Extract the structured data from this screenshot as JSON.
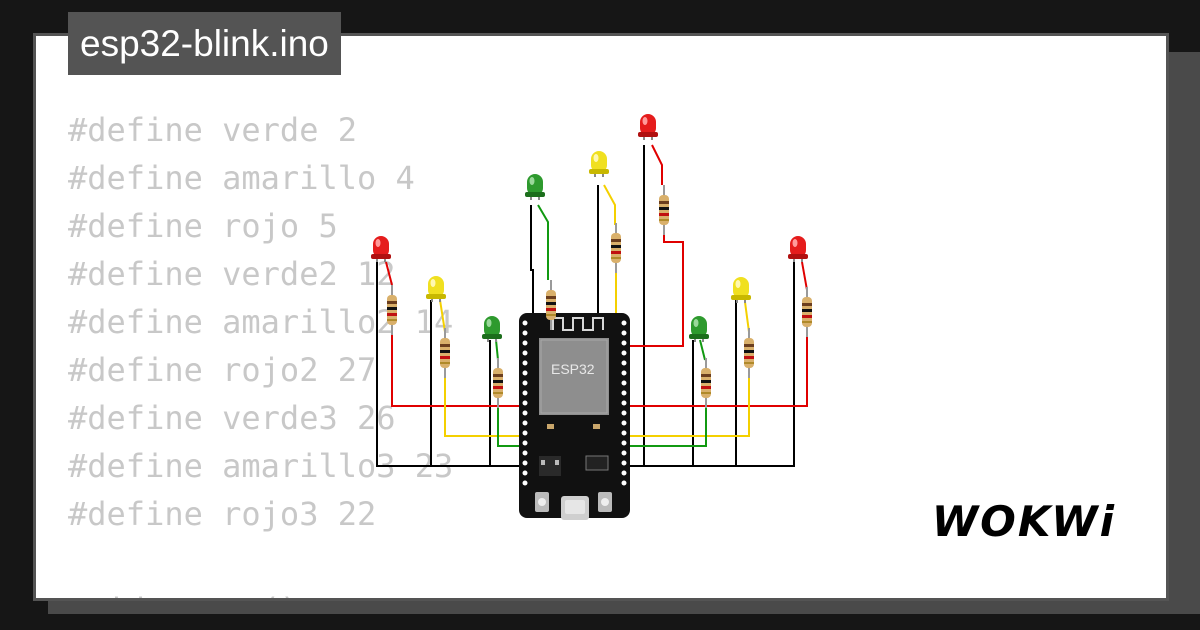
{
  "file_tab": {
    "title": "esp32-blink.ino"
  },
  "code": {
    "lines": [
      "#define verde 2",
      "#define amarillo 4",
      "#define rojo 5",
      "#define verde2 12",
      "#define amarillo2 14",
      "#define rojo2 27",
      "#define verde3 26",
      "#define amarillo3 23",
      "#define rojo3 22",
      "",
      "void setup()"
    ]
  },
  "board": {
    "label": "ESP32"
  },
  "brand": {
    "logo_text": "WOKWi"
  },
  "colors": {
    "led_red": "#e51c1c",
    "led_yellow": "#f0e020",
    "led_green": "#2e9a2e",
    "wire_red": "#e00000",
    "wire_yellow": "#f4d000",
    "wire_green": "#119911",
    "wire_black": "#000000"
  }
}
